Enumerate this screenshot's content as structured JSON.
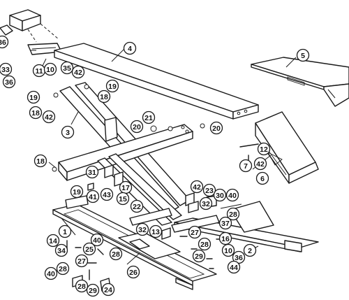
{
  "diagram": {
    "type": "exploded-parts-diagram",
    "callouts": [
      {
        "label": "36"
      },
      {
        "label": "33"
      },
      {
        "label": "36"
      },
      {
        "label": "11"
      },
      {
        "label": "10"
      },
      {
        "label": "35"
      },
      {
        "label": "4"
      },
      {
        "label": "5"
      },
      {
        "label": "42"
      },
      {
        "label": "19"
      },
      {
        "label": "18"
      },
      {
        "label": "19"
      },
      {
        "label": "18"
      },
      {
        "label": "42"
      },
      {
        "label": "3"
      },
      {
        "label": "21"
      },
      {
        "label": "20"
      },
      {
        "label": "20"
      },
      {
        "label": "12"
      },
      {
        "label": "7"
      },
      {
        "label": "42"
      },
      {
        "label": "6"
      },
      {
        "label": "18"
      },
      {
        "label": "31"
      },
      {
        "label": "41"
      },
      {
        "label": "43"
      },
      {
        "label": "17"
      },
      {
        "label": "15"
      },
      {
        "label": "19"
      },
      {
        "label": "42"
      },
      {
        "label": "23"
      },
      {
        "label": "30"
      },
      {
        "label": "40"
      },
      {
        "label": "22"
      },
      {
        "label": "32"
      },
      {
        "label": "28"
      },
      {
        "label": "37"
      },
      {
        "label": "32"
      },
      {
        "label": "13"
      },
      {
        "label": "27"
      },
      {
        "label": "1"
      },
      {
        "label": "14"
      },
      {
        "label": "40"
      },
      {
        "label": "34"
      },
      {
        "label": "25"
      },
      {
        "label": "16"
      },
      {
        "label": "28"
      },
      {
        "label": "10"
      },
      {
        "label": "2"
      },
      {
        "label": "27"
      },
      {
        "label": "28"
      },
      {
        "label": "29"
      },
      {
        "label": "36"
      },
      {
        "label": "44"
      },
      {
        "label": "26"
      },
      {
        "label": "40"
      },
      {
        "label": "28"
      },
      {
        "label": "28"
      },
      {
        "label": "29"
      },
      {
        "label": "24"
      }
    ]
  }
}
